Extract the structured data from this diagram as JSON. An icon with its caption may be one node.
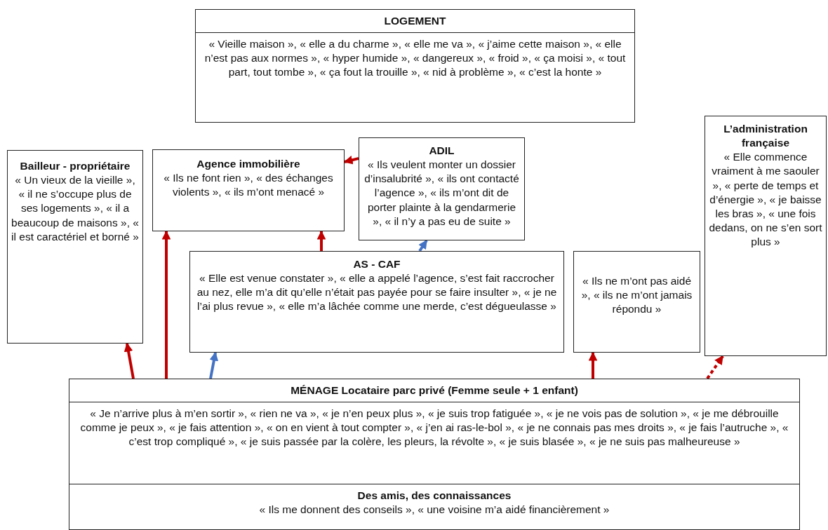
{
  "diagram": {
    "nodes": [
      {
        "text": [
          "LOGEMENT",
          "« Vieille maison », « elle a du charme », « elle me va », « j’aime cette maison », « elle n’est pas aux normes », « hyper humide », « dangereux », « froid », « ça moisi », « tout part, tout tombe », « ça fout la trouille », « nid à problème », « c’est la honte »"
        ]
      },
      {
        "text": [
          "Bailleur - propriétaire",
          "« Un vieux de la vieille », « il ne s’occupe plus de ses logements », « il a beaucoup de maisons », « il est caractériel et borné »"
        ]
      },
      {
        "text": [
          "Agence immobilière",
          "« Ils ne font rien », « des échanges violents », « ils m’ont menacé »"
        ]
      },
      {
        "text": [
          "ADIL",
          "« Ils veulent monter un dossier d’insalubrité », « ils ont contacté l’agence », « ils m’ont dit de porter plainte à la gendarmerie », « il n’y a pas eu de suite »"
        ]
      },
      {
        "text": [
          "L’administration française",
          "« Elle commence vraiment à me saouler », « perte de temps et d’énergie », « je baisse les bras », « une fois dedans, on ne s’en sort plus »"
        ]
      },
      {
        "text": [
          "AS - CAF",
          "« Elle est venue constater », « elle a appelé l’agence, s’est fait raccrocher au nez, elle m’a dit qu’elle n’était pas payée pour se faire insulter », « je ne l’ai plus revue », « elle m’a lâchée comme une merde, c’est dégueulasse »"
        ]
      },
      {
        "text": [
          "« Ils ne m’ont pas aidé », « ils ne m’ont jamais répondu »"
        ]
      },
      {
        "text": [
          "MÉNAGE Locataire parc privé (Femme seule + 1 enfant)",
          "« Je n’arrive plus à m’en sortir », « rien ne va », « je n’en peux plus », « je suis trop fatiguée », « je ne vois pas de solution », « je me débrouille comme je peux », « je fais attention », « on en vient à tout compter », « j’en ai ras-le-bol », « je ne connais pas mes droits », « je fais l’autruche », « c’est trop compliqué », « je suis passée par la colère, les pleurs, la révolte », « je suis blasée », « je ne suis pas malheureuse »"
        ]
      },
      {
        "text": [
          "Des amis, des connaissances",
          "« Ils me donnent des conseils », « une voisine m’a aidé financièrement »"
        ]
      }
    ],
    "edges": [
      {
        "from": 7,
        "to": 1,
        "arrow": "to"
      },
      {
        "from": 7,
        "to": 2,
        "arrow": "to"
      },
      {
        "from": 7,
        "to": 5,
        "arrow": "to",
        "color": "#4472c4"
      },
      {
        "from": 5,
        "to": 2,
        "arrow": "to"
      },
      {
        "from": 5,
        "to": 3,
        "arrow": "to",
        "color": "#4472c4"
      },
      {
        "from": 3,
        "to": 2,
        "arrow": "to"
      },
      {
        "from": 7,
        "to": 6,
        "arrow": "to"
      },
      {
        "from": 7,
        "to": 4,
        "arrow": "to",
        "style": "dashed"
      }
    ]
  }
}
